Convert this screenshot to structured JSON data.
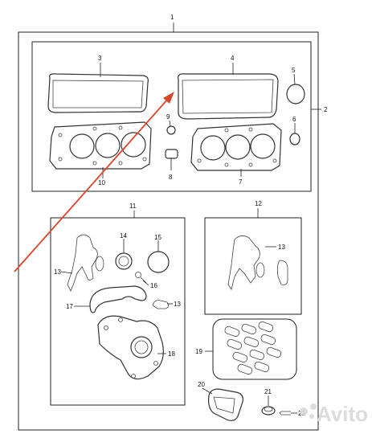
{
  "callouts": {
    "c1": "1",
    "c2": "2",
    "c3": "3",
    "c4": "4",
    "c5": "5",
    "c6": "6",
    "c7": "7",
    "c8": "8",
    "c9": "9",
    "c10": "10",
    "c11": "11",
    "c12": "12",
    "c13a": "13",
    "c13b": "13",
    "c13c": "13",
    "c14": "14",
    "c15": "15",
    "c16": "16",
    "c17": "17",
    "c18": "18",
    "c19": "19",
    "c20": "20",
    "c21": "21",
    "c22": "22"
  },
  "watermark": {
    "text": "Avito"
  },
  "colors": {
    "arrow": "#d9472b",
    "line": "#222222",
    "watermark": "#d9d9d9"
  }
}
